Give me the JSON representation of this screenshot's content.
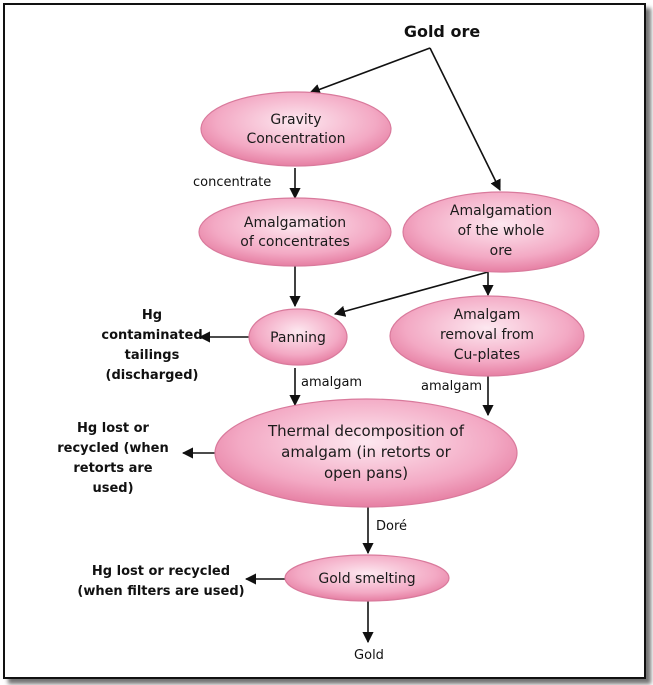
{
  "diagram": {
    "source": "Gold ore",
    "nodes": {
      "gravity": [
        "Gravity",
        "Concentration"
      ],
      "amalg_conc": [
        "Amalgamation",
        "of concentrates"
      ],
      "amalg_whole": [
        "Amalgamation",
        "of the whole",
        "ore"
      ],
      "panning": [
        "Panning"
      ],
      "amalgam_removal": [
        "Amalgam",
        "removal from",
        "Cu-plates"
      ],
      "thermal": [
        "Thermal decomposition of",
        "amalgam (in retorts or",
        "open pans)"
      ],
      "smelting": [
        "Gold smelting"
      ]
    },
    "outputs": {
      "tailings": [
        "Hg",
        "contaminated",
        "tailings",
        "(discharged)"
      ],
      "hg_retorts": [
        "Hg lost or",
        "recycled (when",
        "retorts are",
        "used)"
      ],
      "hg_filters": [
        "Hg lost or recycled",
        "(when filters are used)"
      ],
      "gold": "Gold"
    },
    "edge_labels": {
      "concentrate": "concentrate",
      "amalgam_left": "amalgam",
      "amalgam_right": "amalgam",
      "dore": "Doré"
    }
  },
  "colors": {
    "node_fill_light": "#fbd6e4",
    "node_fill_dark": "#ec8cad",
    "node_stroke": "#d97a9c",
    "arrow": "#111111"
  }
}
